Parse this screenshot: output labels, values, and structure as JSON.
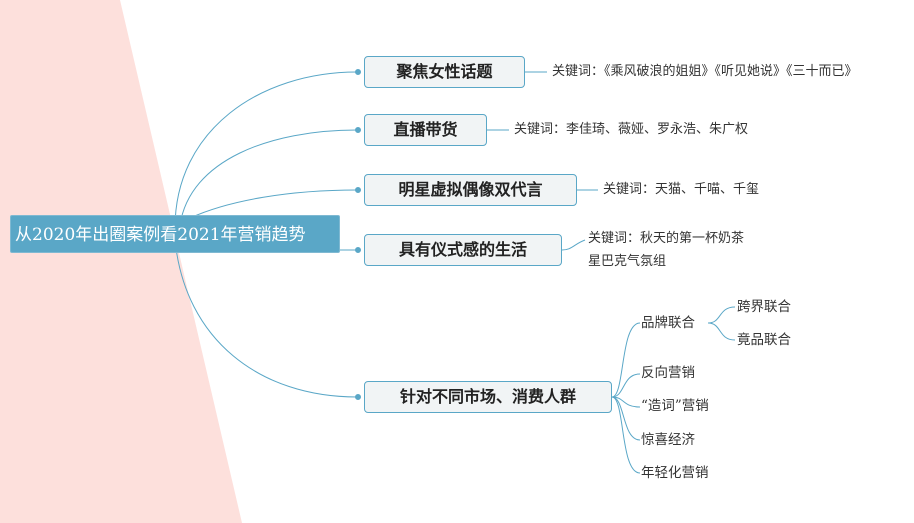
{
  "colors": {
    "accent": "#5aa7c7",
    "wedge": "#fde0dc",
    "node_bg": "#f1f4f5"
  },
  "root": {
    "label": "从2020年出圈案例看2021年营销趋势"
  },
  "branches": [
    {
      "label": "聚焦女性话题",
      "keywords": "关键词：《乘风破浪的姐姐》《听见她说》《三十而已》"
    },
    {
      "label": "直播带货",
      "keywords": "关键词：李佳琦、薇娅、罗永浩、朱广权"
    },
    {
      "label": "明星虚拟偶像双代言",
      "keywords": "关键词：天猫、千喵、千玺"
    },
    {
      "label": "具有仪式感的生活",
      "keywords_line1": "关键词：秋天的第一杯奶茶",
      "keywords_line2": "星巴克气氛组"
    },
    {
      "label": "针对不同市场、消费人群",
      "children": [
        {
          "label": "品牌联合",
          "children": [
            {
              "label": "跨界联合"
            },
            {
              "label": "竟品联合"
            }
          ]
        },
        {
          "label": "反向营销"
        },
        {
          "label": "“造词”营销"
        },
        {
          "label": "惊喜经济"
        },
        {
          "label": "年轻化营销"
        }
      ]
    }
  ]
}
